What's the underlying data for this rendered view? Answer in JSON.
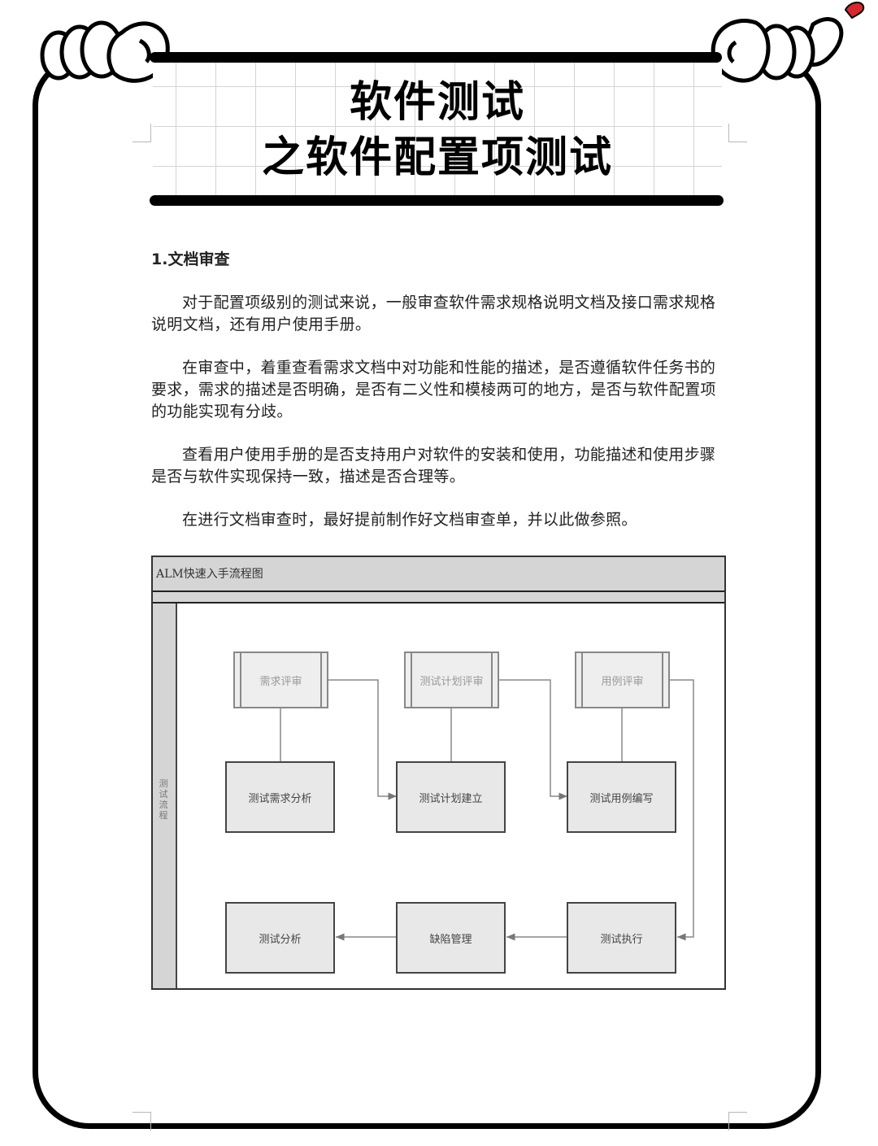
{
  "header": {
    "title_line1": "软件测试",
    "title_line2": "之软件配置项测试"
  },
  "section": {
    "heading": "1.文档审查",
    "paragraphs": [
      "对于配置项级别的测试来说，一般审查软件需求规格说明文档及接口需求规格说明文档，还有用户使用手册。",
      "在审查中，着重查看需求文档中对功能和性能的描述，是否遵循软件任务书的要求，需求的描述是否明确，是否有二义性和模棱两可的地方，是否与软件配置项的功能实现有分歧。",
      "查看用户使用手册的是否支持用户对软件的安装和使用，功能描述和使用步骤是否与软件实现保持一致，描述是否合理等。",
      "在进行文档审查时，最好提前制作好文档审查单，并以此做参照。"
    ]
  },
  "diagram": {
    "title": "ALM快速入手流程图",
    "lane_label": "测试流程",
    "reviews": [
      {
        "label": "需求评审"
      },
      {
        "label": "测试计划评审"
      },
      {
        "label": "用例评审"
      }
    ],
    "row1": [
      {
        "label": "测试需求分析"
      },
      {
        "label": "测试计划建立"
      },
      {
        "label": "测试用例编写"
      }
    ],
    "row2": [
      {
        "label": "测试分析"
      },
      {
        "label": "缺陷管理"
      },
      {
        "label": "测试执行"
      }
    ]
  },
  "colors": {
    "frame": "#000000",
    "grid": "#d4d4d4",
    "accent_heart": "#d9262c"
  }
}
